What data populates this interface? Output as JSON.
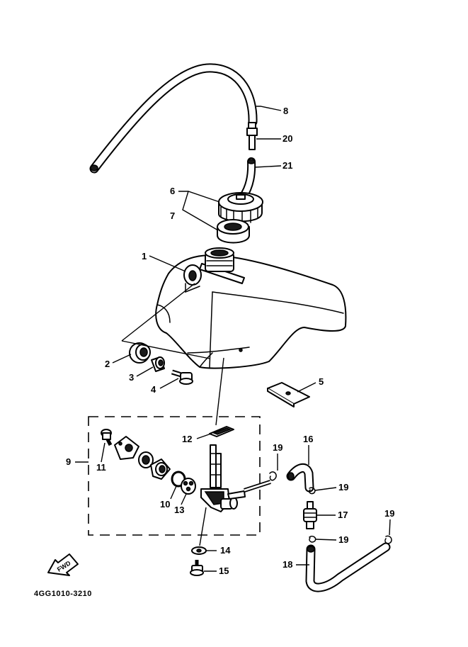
{
  "callouts": {
    "c1": "1",
    "c2": "2",
    "c3": "3",
    "c4": "4",
    "c5": "5",
    "c6": "6",
    "c7": "7",
    "c8": "8",
    "c9": "9",
    "c10": "10",
    "c11": "11",
    "c12": "12",
    "c13": "13",
    "c14": "14",
    "c15": "15",
    "c16": "16",
    "c17": "17",
    "c18": "18",
    "c19a": "19",
    "c19b": "19",
    "c19c": "19",
    "c19d": "19",
    "c20": "20",
    "c21": "21"
  },
  "fwd_label": "FWD",
  "diagram_code": "4GG1010-3210"
}
